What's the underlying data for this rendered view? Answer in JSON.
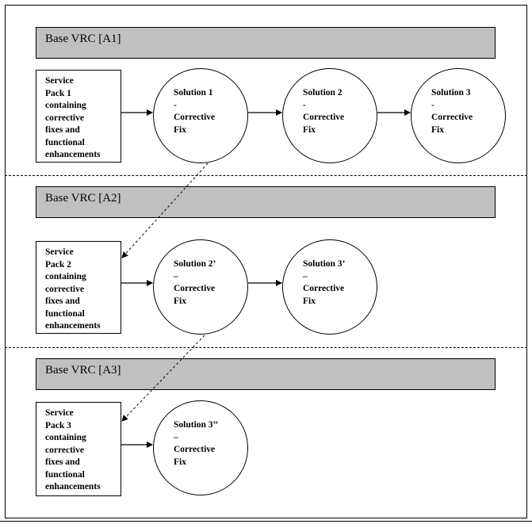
{
  "rows": [
    {
      "header": "Base VRC [A1]",
      "service_pack": "Service\nPack 1\ncontaining\ncorrective\nfixes and\nfunctional\nenhancements",
      "solutions": [
        "Solution 1\n-\nCorrective\nFix",
        "Solution 2\n-\nCorrective\nFix",
        "Solution 3\n-\nCorrective\nFix"
      ]
    },
    {
      "header": "Base VRC [A2]",
      "service_pack": "Service\nPack 2\ncontaining\ncorrective\nfixes and\nfunctional\nenhancements",
      "solutions": [
        "Solution 2’\n–\nCorrective\nFix",
        "Solution 3’\n–\nCorrective\nFix"
      ]
    },
    {
      "header": "Base VRC [A3]",
      "service_pack": "Service\nPack 3\ncontaining\ncorrective\nfixes and\nfunctional\nenhancements",
      "solutions": [
        "Solution 3’’\n–\nCorrective\nFix"
      ]
    }
  ]
}
